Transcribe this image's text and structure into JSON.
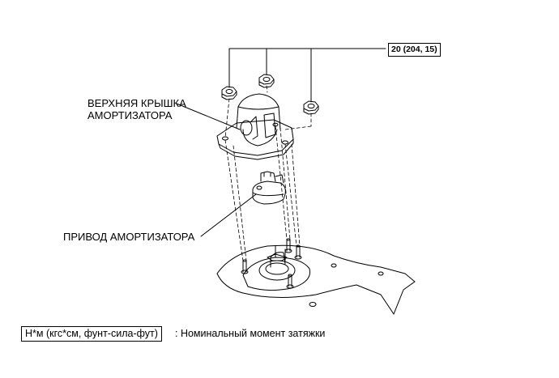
{
  "labels": {
    "upper_cover_line1": "ВЕРХНЯЯ КРЫШКА",
    "upper_cover_line2": "АМОРТИЗАТОРА",
    "actuator": "ПРИВОД АМОРТИЗАТОРА"
  },
  "torque": {
    "value": "20 (204, 15)"
  },
  "legend": {
    "unit": "Н*м (кгс*см, фунт-сила-фут)",
    "description": ": Номинальный момент затяжки"
  },
  "colors": {
    "ink": "#000000",
    "background": "#ffffff"
  }
}
